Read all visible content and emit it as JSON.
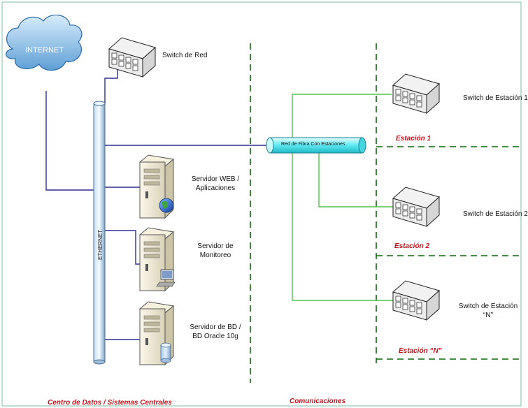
{
  "network": {
    "internet": "INTERNET",
    "switch_red": "Switch de Red",
    "ethernet": "ETHERNET",
    "fiber": "Red  de Fibra Con Estaciones"
  },
  "servers": [
    {
      "line1": "Servidor WEB /",
      "line2": "Aplicaciones"
    },
    {
      "line1": "Servidor de",
      "line2": "Monitoreo"
    },
    {
      "line1": "Servidor de BD /",
      "line2": "BD Oracle 10g"
    }
  ],
  "stations": [
    {
      "switch_label": "Switch de Estación 1",
      "name": "Estación 1"
    },
    {
      "switch_label": "Switch de Estación 2",
      "name": "Estación 2"
    },
    {
      "switch_label_line1": "Switch de Estación",
      "switch_label_line2": "“N”",
      "name": "Estación “N”"
    }
  ],
  "sections": {
    "left": "Centro de Datos /  Sistemas Centrales",
    "middle": "Comunicaciones"
  },
  "colors": {
    "blue_link": "#2b2f8f",
    "green_link": "#4fc24f",
    "divider": "#0a6a0a",
    "section_label": "#c0141c"
  }
}
